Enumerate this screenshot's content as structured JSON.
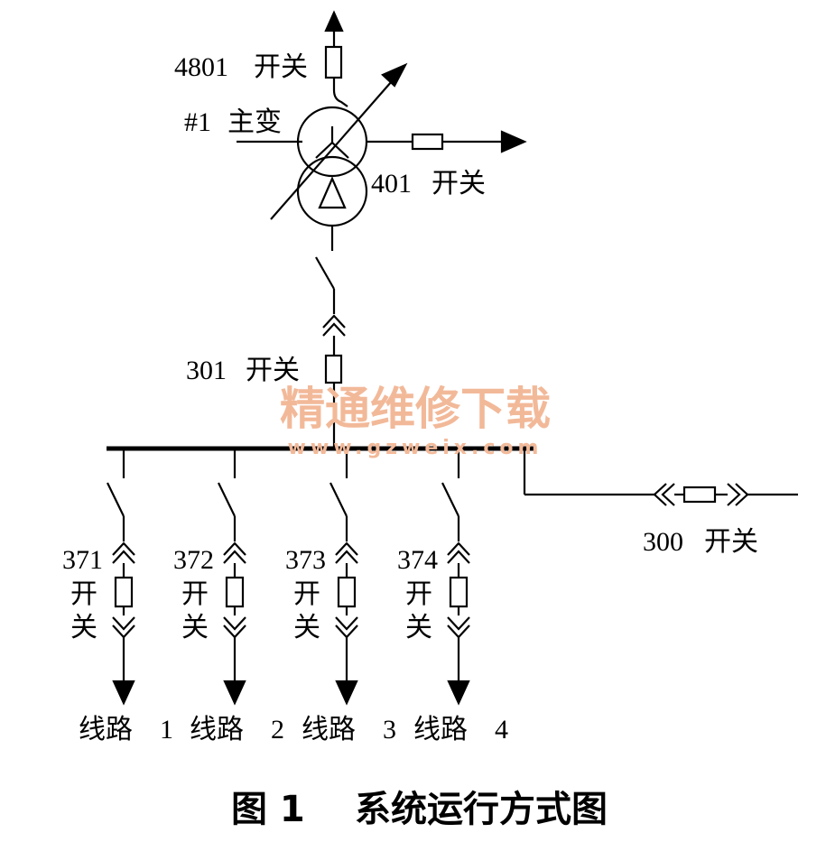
{
  "transformer": {
    "label_num": "#1",
    "label_name": "主变",
    "breaker_hv": {
      "num": "4801",
      "word": "开关"
    },
    "breaker_mv": {
      "num": "401",
      "word": "开关"
    }
  },
  "incomer_breaker": {
    "num": "301",
    "word": "开关"
  },
  "bus_tie_breaker": {
    "num": "300",
    "word": "开关"
  },
  "feeders": [
    {
      "breaker_num": "371",
      "breaker_c1": "开",
      "breaker_c2": "关",
      "line_word": "线路",
      "line_num": "1"
    },
    {
      "breaker_num": "372",
      "breaker_c1": "开",
      "breaker_c2": "关",
      "line_word": "线路",
      "line_num": "2"
    },
    {
      "breaker_num": "373",
      "breaker_c1": "开",
      "breaker_c2": "关",
      "line_word": "线路",
      "line_num": "3"
    },
    {
      "breaker_num": "374",
      "breaker_c1": "开",
      "breaker_c2": "关",
      "line_word": "线路",
      "line_num": "4"
    }
  ],
  "watermark": {
    "line1": "精通维修下载",
    "line2": "www.gzweix.com",
    "color": "#f2b999"
  },
  "caption": {
    "number": "图 1",
    "title": "系统运行方式图"
  },
  "colors": {
    "line": "#000000"
  }
}
